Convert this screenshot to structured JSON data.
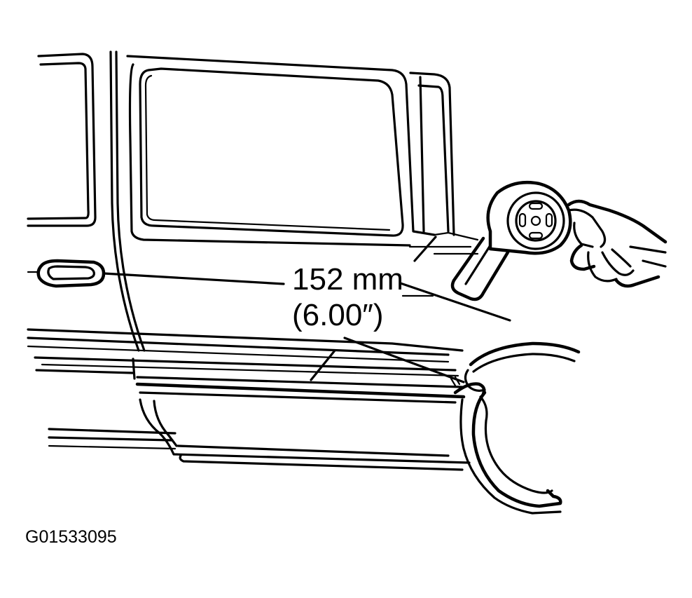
{
  "figure": {
    "dimension_metric": "152 mm",
    "dimension_imperial": "(6.00″)",
    "figure_id": "G01533095",
    "line_color": "#000000",
    "background_color": "#ffffff",
    "icons": [
      "heat-gun-icon",
      "hand-icon",
      "door-handle-icon",
      "arrow-icon"
    ]
  }
}
